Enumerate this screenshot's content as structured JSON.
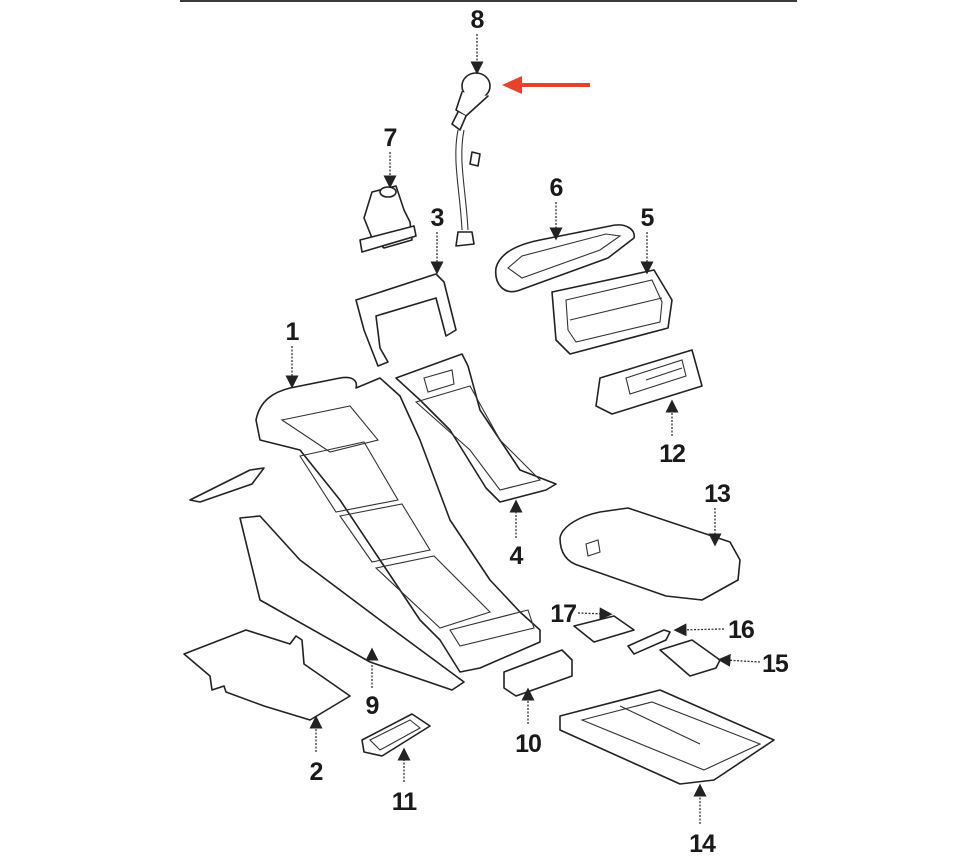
{
  "diagram": {
    "type": "exploded-parts-view",
    "subject": "center console assembly",
    "highlight_color": "#e8412c",
    "line_color": "#222222",
    "highlighted_part": "8",
    "callouts": [
      {
        "id": "1",
        "label": "1"
      },
      {
        "id": "2",
        "label": "2"
      },
      {
        "id": "3",
        "label": "3"
      },
      {
        "id": "4",
        "label": "4"
      },
      {
        "id": "5",
        "label": "5"
      },
      {
        "id": "6",
        "label": "6"
      },
      {
        "id": "7",
        "label": "7"
      },
      {
        "id": "8",
        "label": "8"
      },
      {
        "id": "9",
        "label": "9"
      },
      {
        "id": "10",
        "label": "10"
      },
      {
        "id": "11",
        "label": "11"
      },
      {
        "id": "12",
        "label": "12"
      },
      {
        "id": "13",
        "label": "13"
      },
      {
        "id": "14",
        "label": "14"
      },
      {
        "id": "15",
        "label": "15"
      },
      {
        "id": "16",
        "label": "16"
      },
      {
        "id": "17",
        "label": "17"
      }
    ]
  }
}
